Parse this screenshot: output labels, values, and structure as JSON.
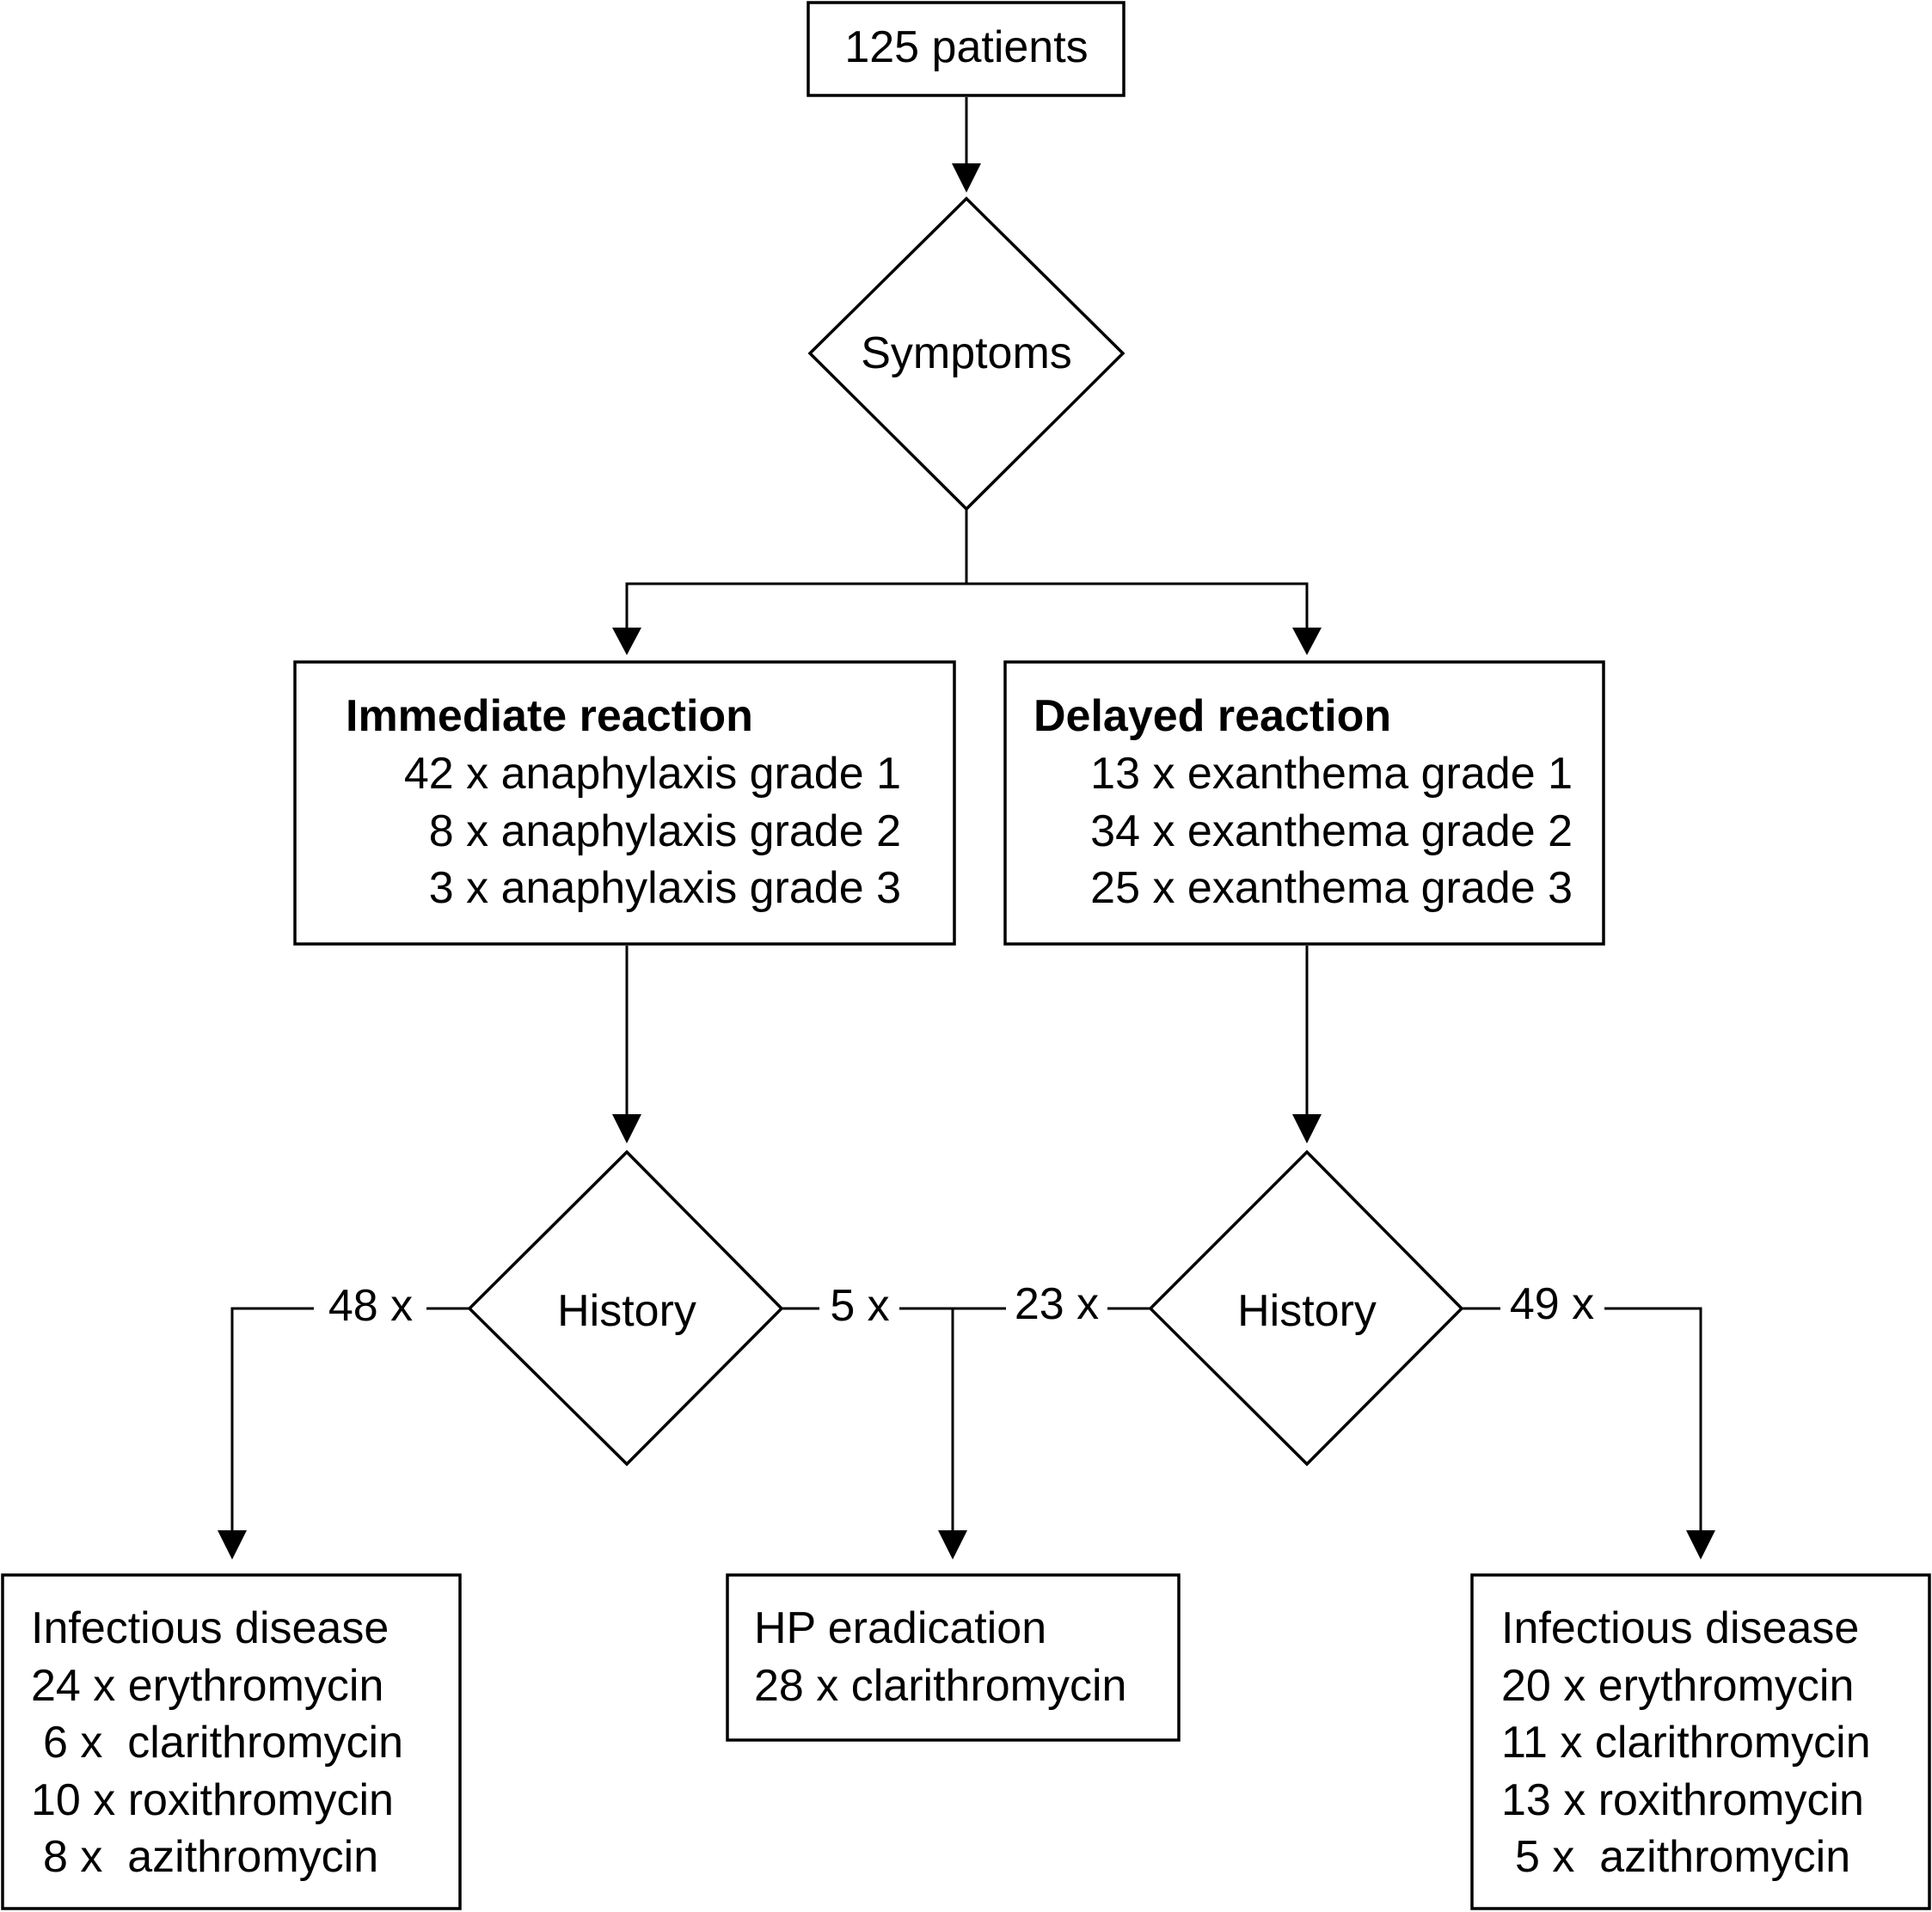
{
  "nodes": {
    "start": {
      "text": "125 patients"
    },
    "symptoms": {
      "text": "Symptoms"
    },
    "immediate": {
      "title": "Immediate reaction",
      "lines": [
        "42 x anaphylaxis grade 1",
        "8 x anaphylaxis grade 2",
        "3 x anaphylaxis grade 3"
      ]
    },
    "delayed": {
      "title": "Delayed reaction",
      "lines": [
        "13 x exanthema grade 1",
        "34 x exanthema grade 2",
        "25 x exanthema grade 3"
      ]
    },
    "history_left": {
      "text": "History"
    },
    "history_right": {
      "text": "History"
    },
    "infectious_left": {
      "lines": [
        "Infectious disease",
        "24 x erythromycin",
        "6 x  clarithromycin",
        "10 x roxithromycin",
        "8 x  azithromycin"
      ]
    },
    "hp": {
      "lines": [
        "HP eradication",
        "28 x clarithromycin"
      ]
    },
    "infectious_right": {
      "lines": [
        "Infectious disease",
        "20 x erythromycin",
        "11 x clarithromycin",
        "13 x roxithromycin",
        "5 x  azithromycin"
      ]
    }
  },
  "edge_labels": {
    "left_48": "48 x",
    "left_5": "5 x",
    "right_23": "23 x",
    "right_49": "49 x"
  }
}
